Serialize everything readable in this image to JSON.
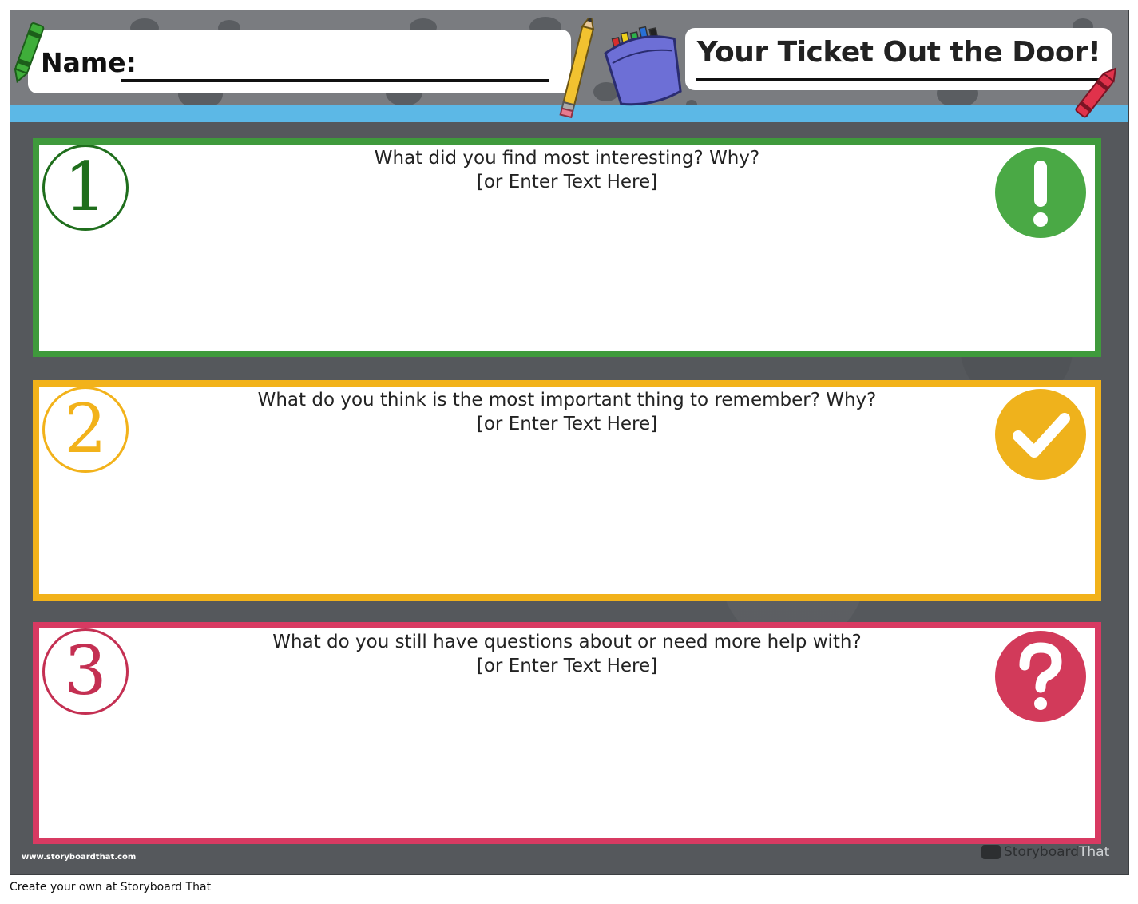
{
  "header": {
    "name_label": "Name:",
    "title": "Your Ticket Out the Door!"
  },
  "sections": [
    {
      "number": "1",
      "question": "What did you find most interesting? Why?",
      "placeholder": "[or Enter Text Here]",
      "color": "#3f9a3c",
      "icon": "exclamation-icon"
    },
    {
      "number": "2",
      "question": "What do you think is the most important thing to remember? Why?",
      "placeholder": "[or Enter Text Here]",
      "color": "#f2b21a",
      "icon": "checkmark-icon"
    },
    {
      "number": "3",
      "question": "What do you still have questions about or need more help with?",
      "placeholder": "[or Enter Text Here]",
      "color": "#d83a62",
      "icon": "question-mark-icon"
    }
  ],
  "footer": {
    "url": "www.storyboardthat.com",
    "logo_story": "Storyboard",
    "logo_that": "That"
  },
  "caption": "Create your own at Storyboard That",
  "colors": {
    "background": "#55585c",
    "stripe": "#5cb8e6",
    "green": "#3f9a3c",
    "yellow": "#f2b21a",
    "pink": "#d83a62"
  }
}
